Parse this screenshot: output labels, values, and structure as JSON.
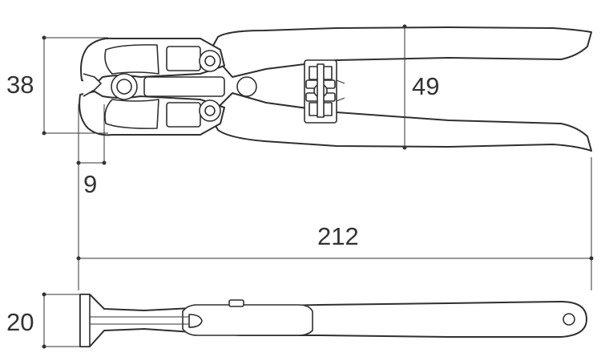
{
  "dimensions": {
    "height_jaw": "38",
    "height_handle": "49",
    "jaw_opening": "9",
    "total_length": "212",
    "thickness": "20"
  },
  "colors": {
    "stroke": "#2f2f2f",
    "background": "#ffffff",
    "dimension_text": "#333333"
  }
}
